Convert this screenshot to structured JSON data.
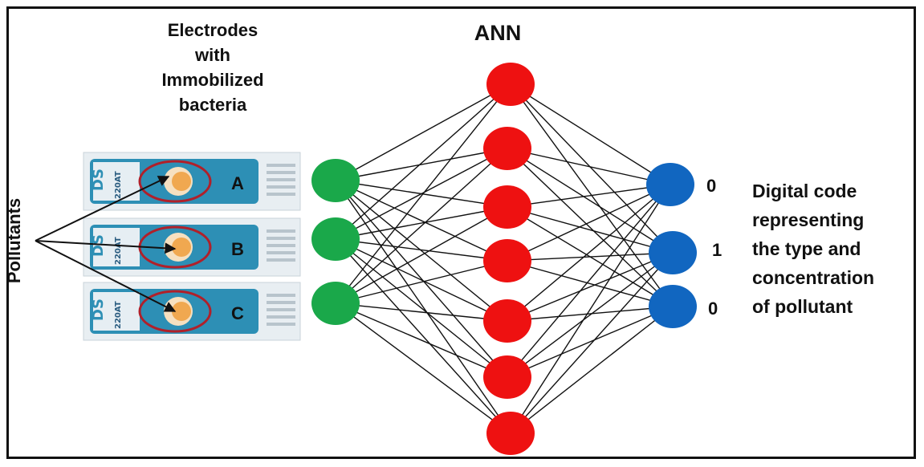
{
  "electrode_title": [
    "Electrodes",
    "with",
    "Immobilized",
    "bacteria"
  ],
  "ann_title": "ANN",
  "pollutants_label": "Pollutants",
  "electrodes": [
    {
      "letter": "A",
      "strip_brand": "DS",
      "strip_code": "220AT"
    },
    {
      "letter": "B",
      "strip_brand": "DS",
      "strip_code": "220AT"
    },
    {
      "letter": "C",
      "strip_brand": "DS",
      "strip_code": "220AT"
    }
  ],
  "outputs": [
    "0",
    "1",
    "0"
  ],
  "digital_code_text": [
    "Digital code",
    "representing",
    "the type and",
    "concentration",
    "of pollutant"
  ],
  "colors": {
    "input_node": "#1aa84a",
    "hidden_node": "#ee1111",
    "output_node": "#1166c0",
    "strip_body": "#2d8fb5",
    "strip_edge": "#e8eef2",
    "sensor_ring": "#b0202a",
    "sensor_center": "#f0a850"
  }
}
